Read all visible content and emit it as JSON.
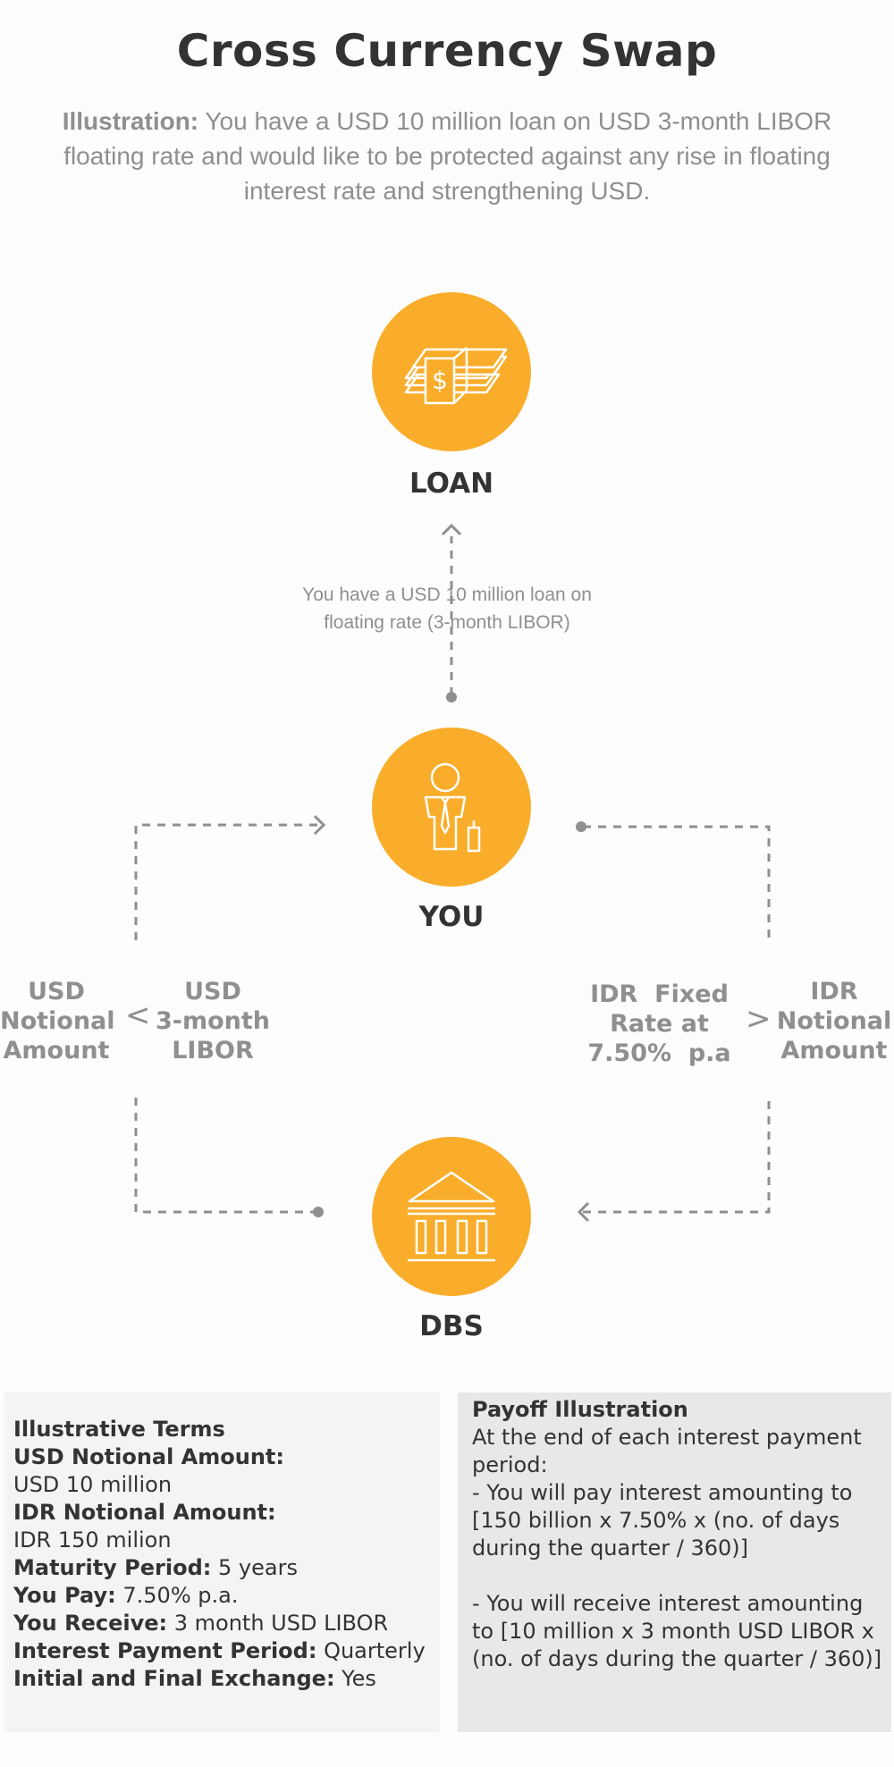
{
  "title": "Cross Currency Swap",
  "intro": {
    "label": "Illustration:",
    "text": " You have a USD 10 million loan on USD 3-month LIBOR floating rate and would like to be protected against any rise in floating interest rate and strengthening USD."
  },
  "colors": {
    "accent": "#f9ad2a",
    "muted": "#8f8f8f",
    "dark": "#333333",
    "panel_left": "#f4f4f7",
    "panel_right": "#e8e8e8"
  },
  "nodes": {
    "loan": {
      "label": "LOAN",
      "icon": "money-stack-icon"
    },
    "you": {
      "label": "YOU",
      "icon": "person-icon"
    },
    "dbs": {
      "label": "DBS",
      "icon": "bank-icon"
    }
  },
  "loan_note": [
    "You have a USD 10 million loan on",
    "floating rate (3-month LIBOR)"
  ],
  "flows": {
    "left_outer": [
      "USD",
      "Notional",
      "Amount"
    ],
    "left_symbol": "<",
    "left_inner": [
      "USD",
      "3-month",
      "LIBOR"
    ],
    "right_inner": [
      "IDR  Fixed",
      "Rate at",
      "7.50%  p.a"
    ],
    "right_symbol": ">",
    "right_outer": [
      "IDR",
      "Notional",
      "Amount"
    ]
  },
  "terms": {
    "heading": "Illustrative Terms",
    "usd_notional_label": "USD Notional Amount:",
    "usd_notional_value": "USD 10 million",
    "idr_notional_label": "IDR Notional Amount:",
    "idr_notional_value": "IDR 150 milion",
    "maturity_label": "Maturity Period:",
    "maturity_value": " 5 years",
    "you_pay_label": "You Pay:",
    "you_pay_value": " 7.50% p.a.",
    "you_receive_label": "You Receive:",
    "you_receive_value": " 3 month USD LIBOR",
    "payment_period_label": "Interest Payment Period:",
    "payment_period_value": " Quarterly",
    "exchange_label": "Initial and Final Exchange:",
    "exchange_value": " Yes"
  },
  "payoff": {
    "heading": "Payoff Illustration",
    "lines": [
      "At the end of each interest payment",
      "period:",
      "- You will pay interest amounting to",
      "[150 billion x 7.50% x (no. of days",
      "during the quarter / 360)]"
    ],
    "lines2": [
      "- You will receive interest amounting",
      "to [10 million x 3 month USD LIBOR x",
      "(no. of days during the quarter / 360)]"
    ]
  }
}
